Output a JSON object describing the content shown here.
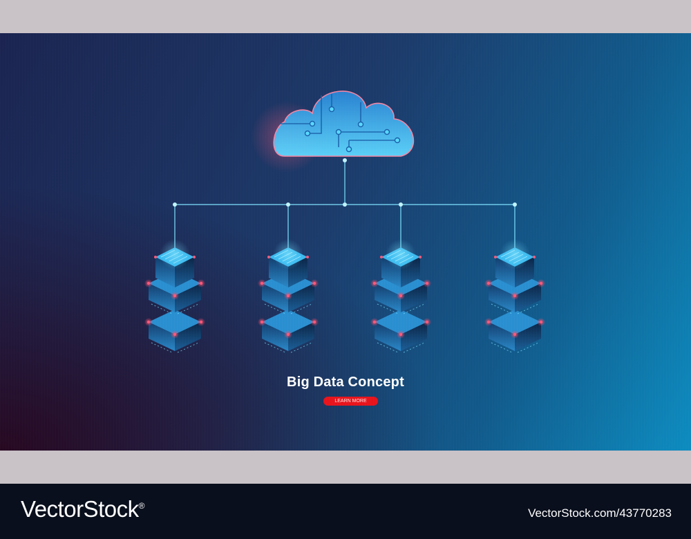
{
  "banner": {
    "headline": "Big Data Concept",
    "cta_label": "LEARN MORE"
  },
  "footer": {
    "brand": "VectorStock",
    "brand_mark": "®",
    "image_id": "VectorStock.com/43770283"
  },
  "colors": {
    "cta": "#e8141c",
    "glow": "#5fd6ff",
    "node_red": "#ff3b5c"
  },
  "icons": [
    "cloud-circuit-icon",
    "server-rack-icon"
  ]
}
